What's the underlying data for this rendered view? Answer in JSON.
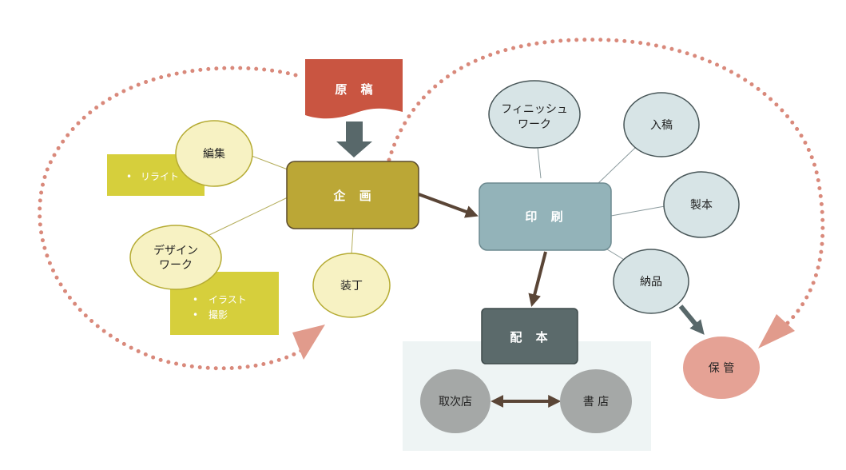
{
  "colors": {
    "genko": "#c95541",
    "kikaku": "#bba736",
    "insatsu": "#93b3b9",
    "haihon": "#5b6a6b",
    "hokan": "#e5a295",
    "yellow_bubble": "#f7f2c3",
    "yellow_box": "#d6cf3c",
    "blue_bubble": "#d7e4e6",
    "gray_bubble": "#a5a8a7",
    "distribution_area": "#eef4f4",
    "dotted_loop": "#d9897b"
  },
  "nodes": {
    "genko": "原 稿",
    "kikaku": "企 画",
    "insatsu": "印 刷",
    "haihon": "配 本",
    "hokan": "保 管"
  },
  "planning": {
    "henshu": "編集",
    "design_line1": "デザイン",
    "design_line2": "ワーク",
    "soutei": "装丁",
    "henshu_box": [
      "リライト"
    ],
    "design_box": [
      "イラスト",
      "撮影"
    ]
  },
  "printing": {
    "finishing_line1": "フィニッシュ",
    "finishing_line2": "ワーク",
    "nyuko": "入稿",
    "seihon": "製本",
    "nohin": "納品"
  },
  "distribution": {
    "toritsugi": "取次店",
    "shoten": "書 店"
  }
}
